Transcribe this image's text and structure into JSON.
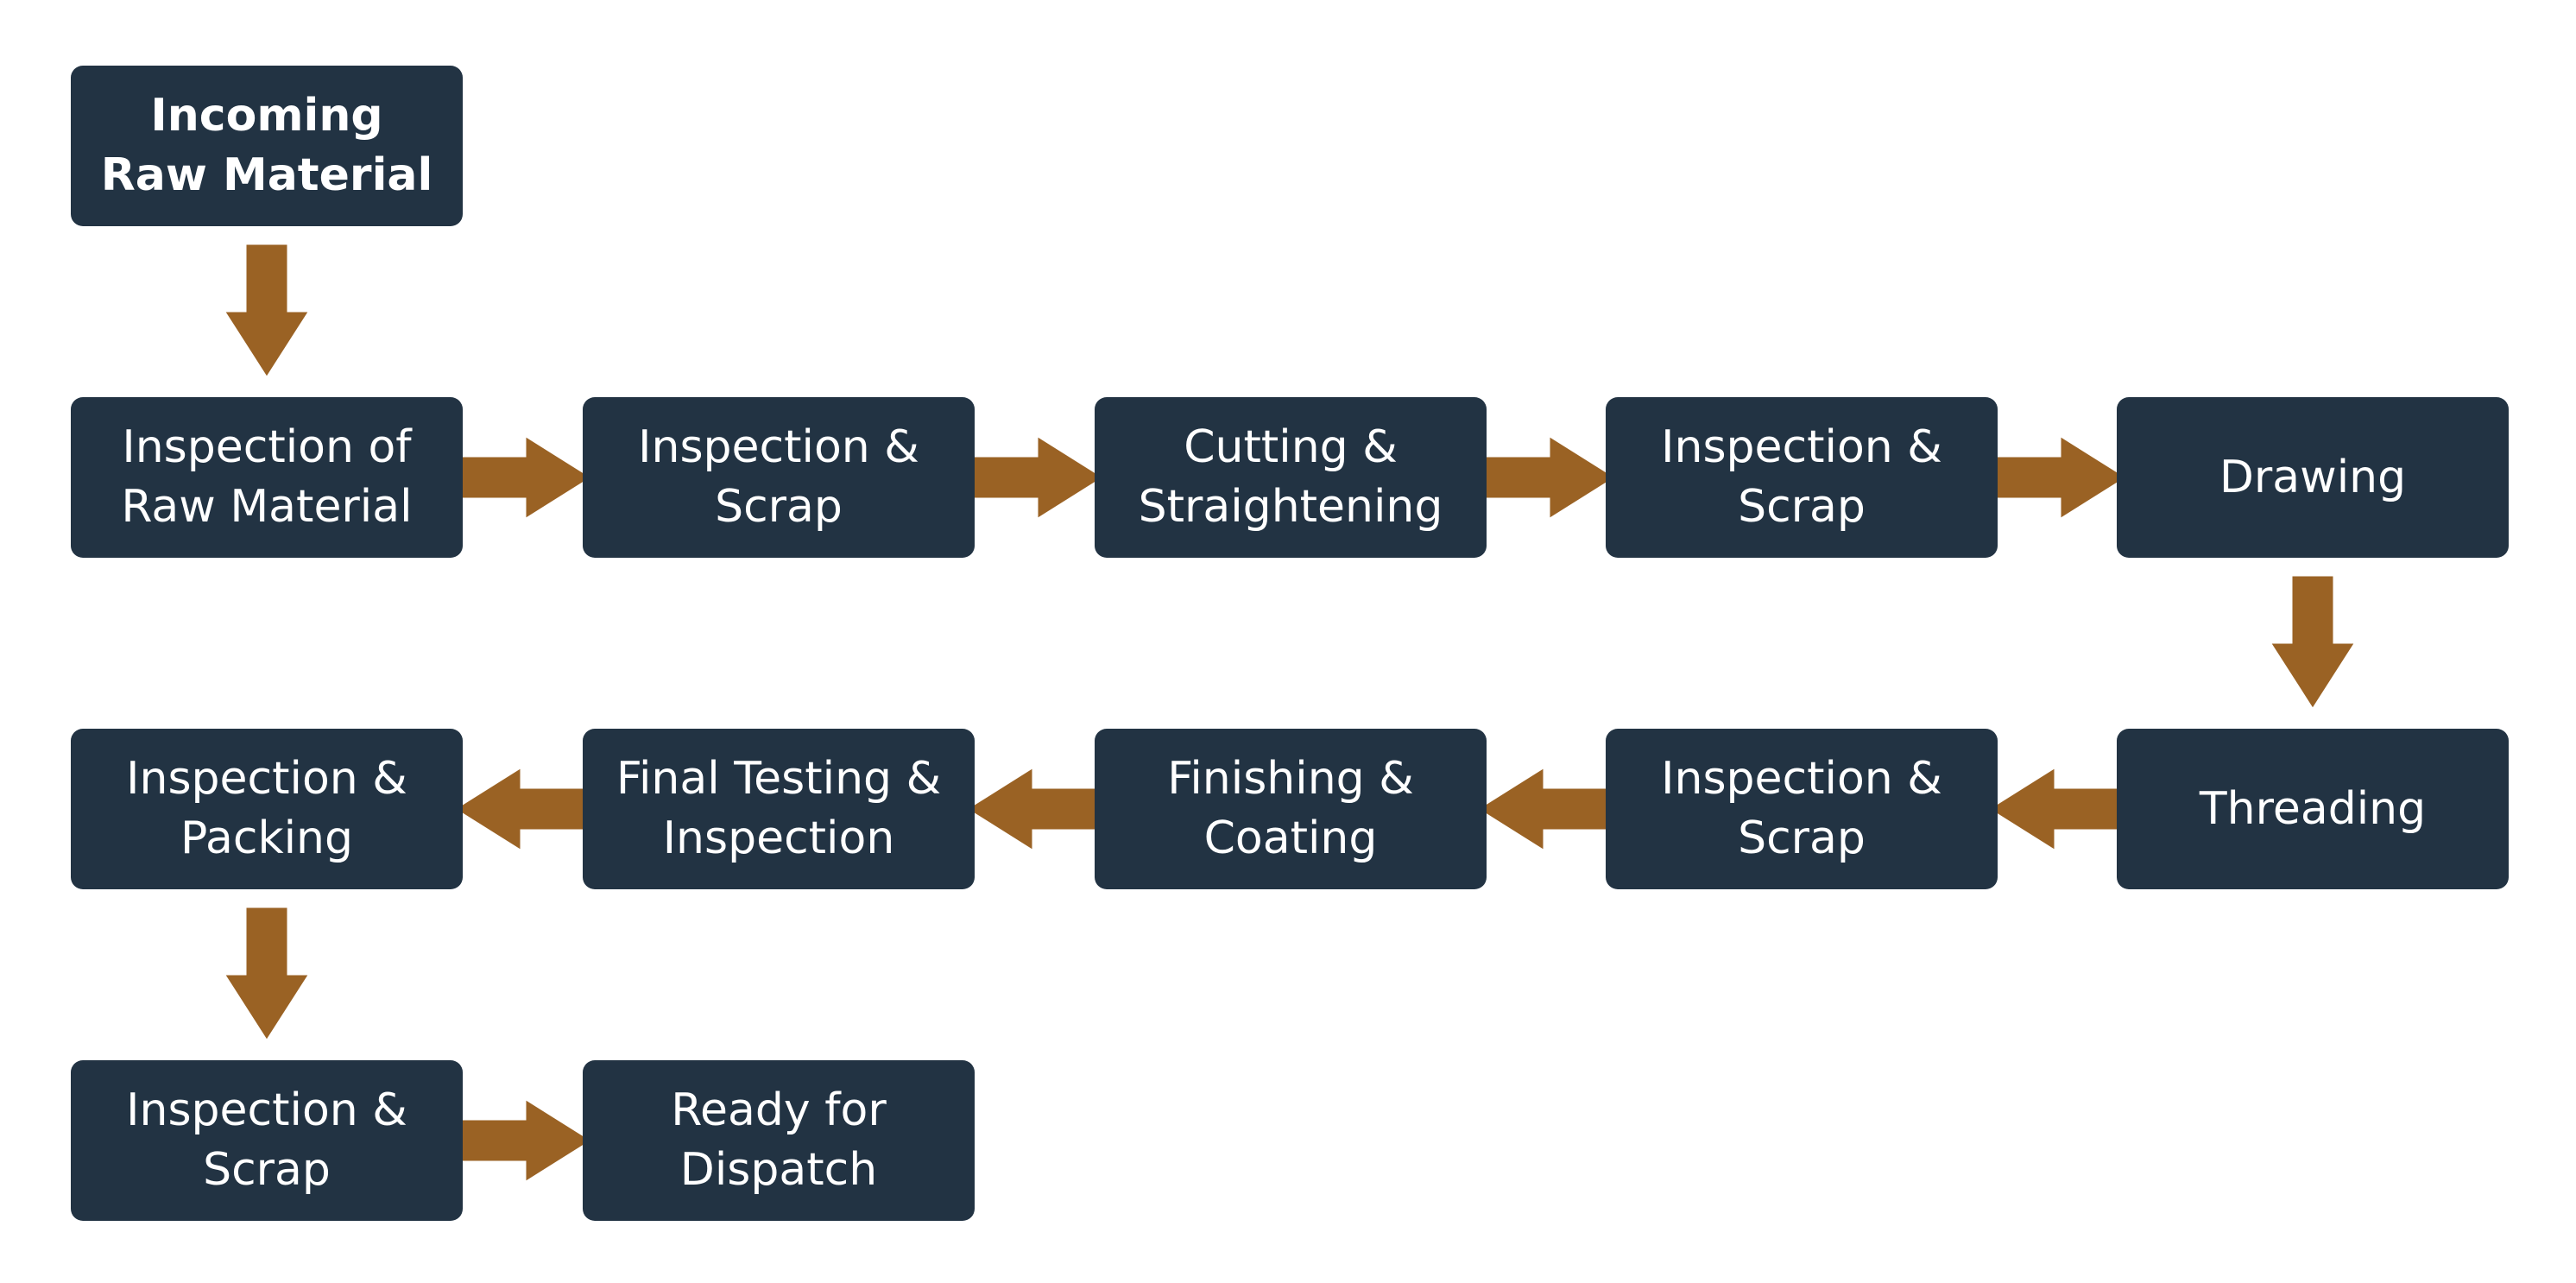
{
  "colors": {
    "box_fill": "#223343",
    "box_text": "#ffffff",
    "arrow_fill": "#9A6224",
    "background": "#ffffff"
  },
  "nodes": [
    {
      "id": 1,
      "lines": [
        "Incoming",
        "Raw Material"
      ]
    },
    {
      "id": 2,
      "lines": [
        "Inspection of",
        "Raw Material"
      ]
    },
    {
      "id": 3,
      "lines": [
        "Inspection &",
        "Scrap"
      ]
    },
    {
      "id": 4,
      "lines": [
        "Cutting &",
        "Straightening"
      ]
    },
    {
      "id": 5,
      "lines": [
        "Inspection &",
        "Scrap"
      ]
    },
    {
      "id": 6,
      "lines": [
        "Drawing"
      ]
    },
    {
      "id": 7,
      "lines": [
        "Threading"
      ]
    },
    {
      "id": 8,
      "lines": [
        "Inspection &",
        "Scrap"
      ]
    },
    {
      "id": 9,
      "lines": [
        "Finishing &",
        "Coating"
      ]
    },
    {
      "id": 10,
      "lines": [
        "Final Testing &",
        "Inspection"
      ]
    },
    {
      "id": 11,
      "lines": [
        "Inspection &",
        "Packing"
      ]
    },
    {
      "id": 12,
      "lines": [
        "Inspection &",
        "Scrap"
      ]
    },
    {
      "id": 13,
      "lines": [
        "Ready for",
        "Dispatch"
      ]
    }
  ],
  "edges": [
    {
      "from": 1,
      "to": 2,
      "direction": "down"
    },
    {
      "from": 2,
      "to": 3,
      "direction": "right"
    },
    {
      "from": 3,
      "to": 4,
      "direction": "right"
    },
    {
      "from": 4,
      "to": 5,
      "direction": "right"
    },
    {
      "from": 5,
      "to": 6,
      "direction": "right"
    },
    {
      "from": 6,
      "to": 7,
      "direction": "down"
    },
    {
      "from": 7,
      "to": 8,
      "direction": "left"
    },
    {
      "from": 8,
      "to": 9,
      "direction": "left"
    },
    {
      "from": 9,
      "to": 10,
      "direction": "left"
    },
    {
      "from": 10,
      "to": 11,
      "direction": "left"
    },
    {
      "from": 11,
      "to": 12,
      "direction": "down"
    },
    {
      "from": 12,
      "to": 13,
      "direction": "right"
    }
  ]
}
